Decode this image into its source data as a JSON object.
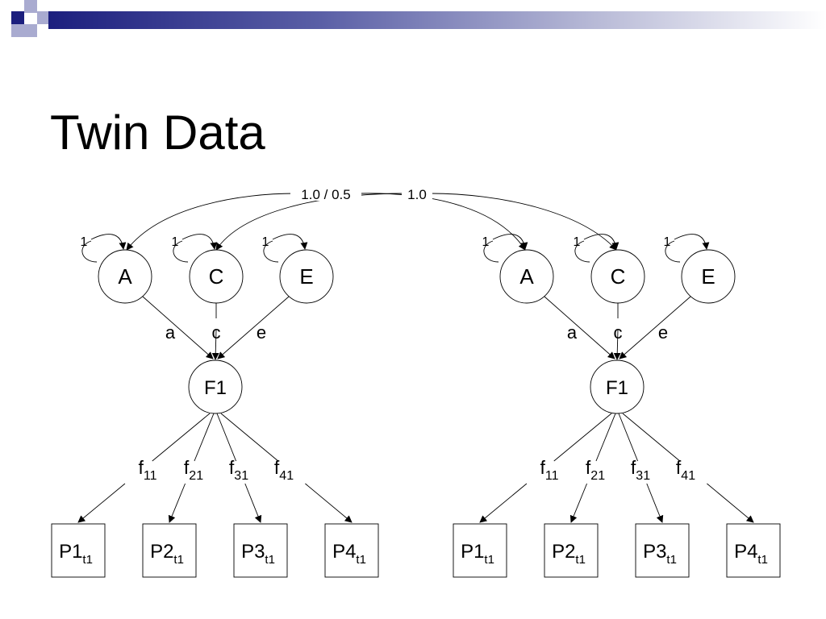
{
  "slide": {
    "title": "Twin Data"
  },
  "colors": {
    "accent_dark": "#1c1f7e",
    "accent_light": "#a9abd0",
    "line": "#000000"
  },
  "path_labels": {
    "a_correlation": "1.0 / 0.5",
    "c_correlation": "1.0",
    "variance": "1"
  },
  "twins": [
    {
      "latents": [
        "A",
        "C",
        "E"
      ],
      "loadings": [
        "a",
        "c",
        "e"
      ],
      "factor": "F1",
      "factor_loadings": [
        {
          "main": "f",
          "sub": "11"
        },
        {
          "main": "f",
          "sub": "21"
        },
        {
          "main": "f",
          "sub": "31"
        },
        {
          "main": "f",
          "sub": "41"
        }
      ],
      "indicators": [
        {
          "main": "P1",
          "sub": "t1"
        },
        {
          "main": "P2",
          "sub": "t1"
        },
        {
          "main": "P3",
          "sub": "t1"
        },
        {
          "main": "P4",
          "sub": "t1"
        }
      ]
    },
    {
      "latents": [
        "A",
        "C",
        "E"
      ],
      "loadings": [
        "a",
        "c",
        "e"
      ],
      "factor": "F1",
      "factor_loadings": [
        {
          "main": "f",
          "sub": "11"
        },
        {
          "main": "f",
          "sub": "21"
        },
        {
          "main": "f",
          "sub": "31"
        },
        {
          "main": "f",
          "sub": "41"
        }
      ],
      "indicators": [
        {
          "main": "P1",
          "sub": "t1"
        },
        {
          "main": "P2",
          "sub": "t1"
        },
        {
          "main": "P3",
          "sub": "t1"
        },
        {
          "main": "P4",
          "sub": "t1"
        }
      ]
    }
  ]
}
